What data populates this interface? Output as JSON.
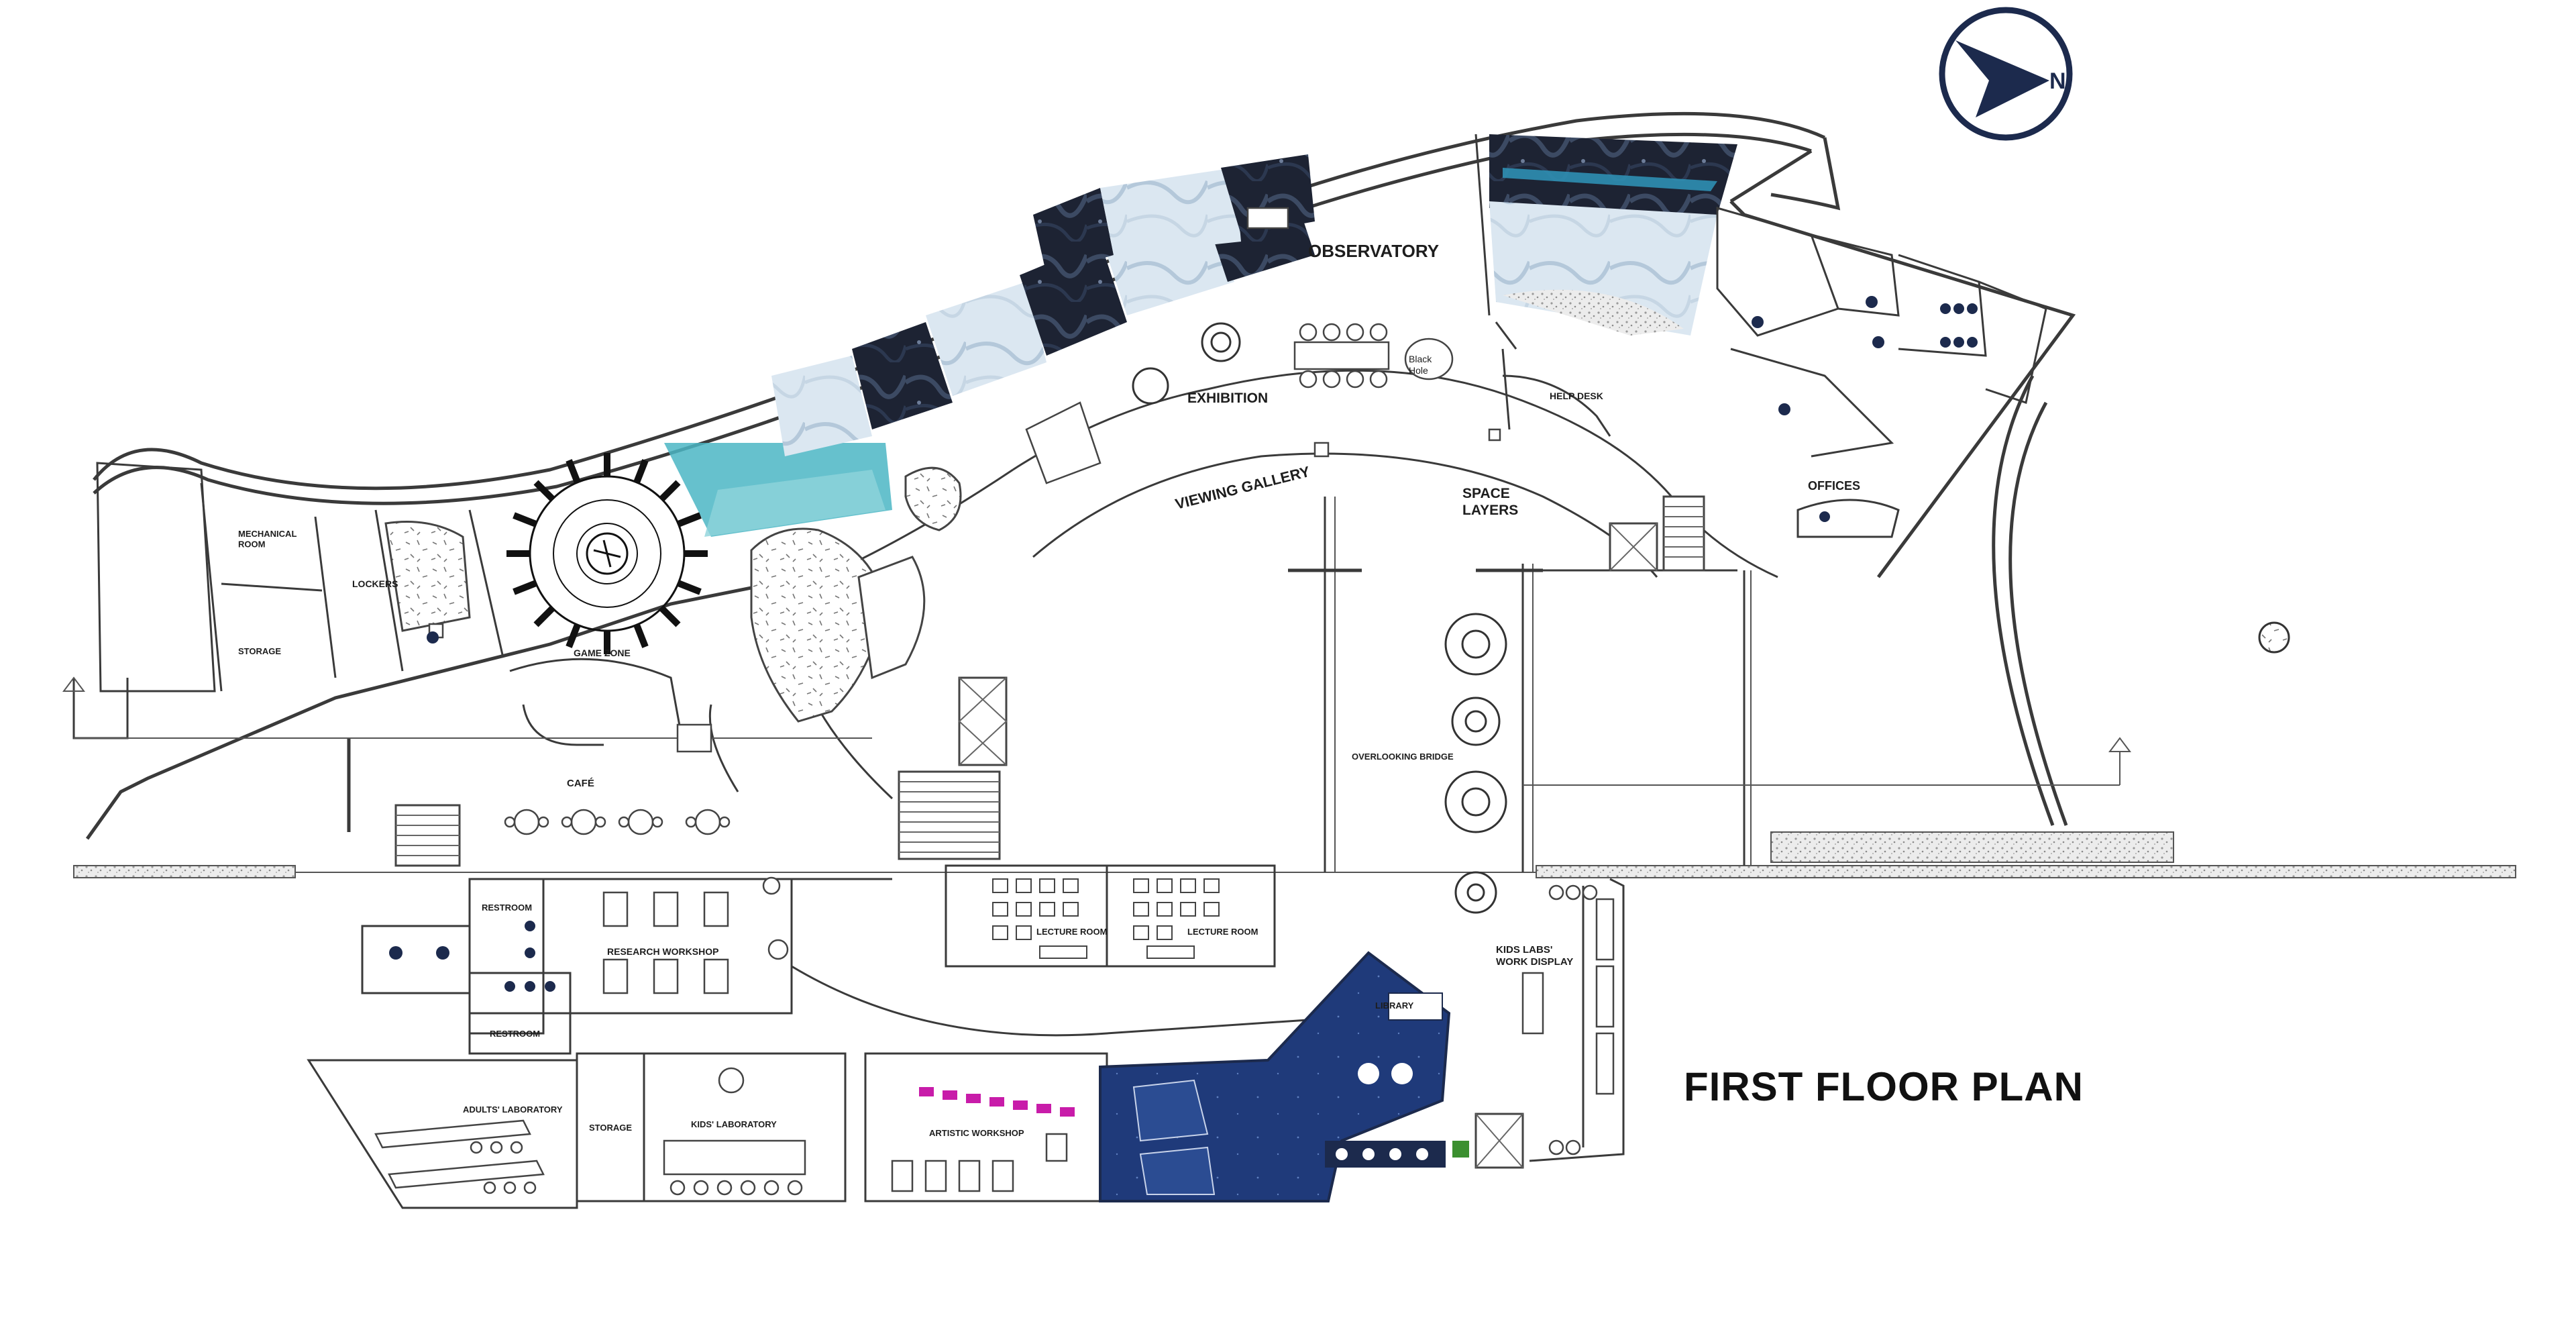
{
  "title": "FIRST FLOOR PLAN",
  "north_label": "N",
  "colors": {
    "navy": "#1c2a4d",
    "library_blue": "#1f3a7a",
    "space_dark": "#1d2333",
    "ice_light": "#d6e4ef",
    "aqua": "#4bb6c4",
    "magenta": "#c81ca9",
    "gravel": "#cfcfcf",
    "wall": "#3a3a3a"
  },
  "rooms": {
    "observatory": "OBSERVATORY",
    "exhibition": "EXHIBITION",
    "black_hole": "Black Hole",
    "help_desk": "HELP DESK",
    "viewing_gallery": "VIEWING GALLERY",
    "space_layers": "SPACE LAYERS",
    "offices": "OFFICES",
    "mechanical_room": "MECHANICAL ROOM",
    "lockers": "LOCKERS",
    "storage_west": "STORAGE",
    "game_zone": "GAME ZONE",
    "cafe": "CAFÉ",
    "overlooking_bridge": "OVERLOOKING BRIDGE",
    "restroom_north": "RESTROOM",
    "research_workshop": "RESEARCH WORKSHOP",
    "restroom_south": "RESTROOM",
    "lecture_room_1": "LECTURE ROOM",
    "lecture_room_2": "LECTURE ROOM",
    "kids_work_display": "KIDS LABS' WORK DISPLAY",
    "library": "LIBRARY",
    "adults_laboratory": "ADULTS' LABORATORY",
    "storage_south": "STORAGE",
    "kids_laboratory": "KIDS' LABORATORY",
    "artistic_workshop": "ARTISTIC WORKSHOP"
  }
}
